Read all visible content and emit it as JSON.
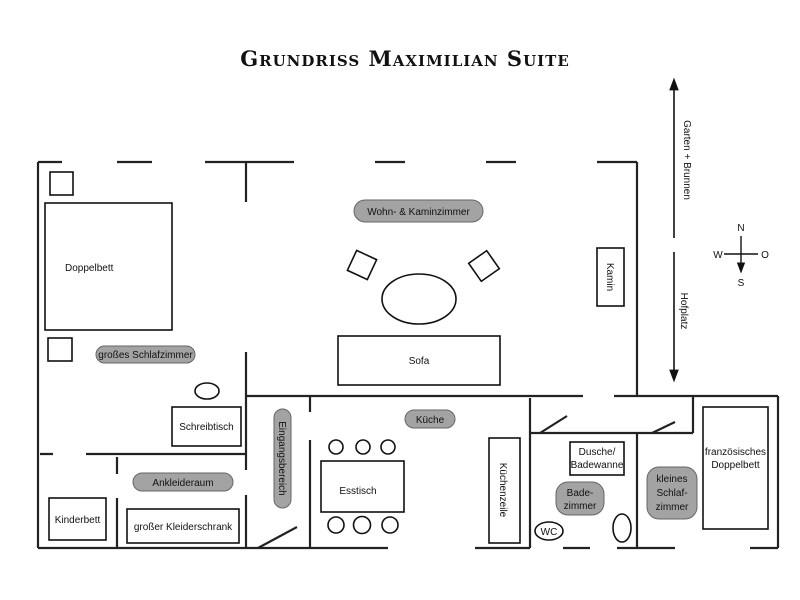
{
  "title": "Grundriss Maximilian Suite",
  "rooms": {
    "grosses_schlafzimmer": "großes Schlafzimmer",
    "wohnzimmer": "Wohn- & Kaminzimmer",
    "ankleideraum": "Ankleideraum",
    "eingangsbereich": "Eingangsbereich",
    "kueche": "Küche",
    "badezimmer_1": "Bade-",
    "badezimmer_2": "zimmer",
    "kleines_1": "kleines",
    "kleines_2": "Schlaf-",
    "kleines_3": "zimmer"
  },
  "furniture": {
    "doppelbett": "Doppelbett",
    "schreibtisch": "Schreibtisch",
    "kinderbett": "Kinderbett",
    "kleiderschrank": "großer Kleiderschrank",
    "sofa": "Sofa",
    "kamin": "Kamin",
    "esstisch": "Esstisch",
    "kuechenzeile": "Küchenzeile",
    "dusche_1": "Dusche/",
    "dusche_2": "Badewanne",
    "wc": "WC",
    "franz_1": "französisches",
    "franz_2": "Doppelbett"
  },
  "surroundings": {
    "garten": "Garten + Brunnen",
    "hofplatz": "Hofplatz"
  },
  "compass": {
    "n": "N",
    "s": "S",
    "w": "W",
    "o": "O"
  },
  "colors": {
    "label_fill": "#a3a3a3",
    "wall": "#222222"
  }
}
